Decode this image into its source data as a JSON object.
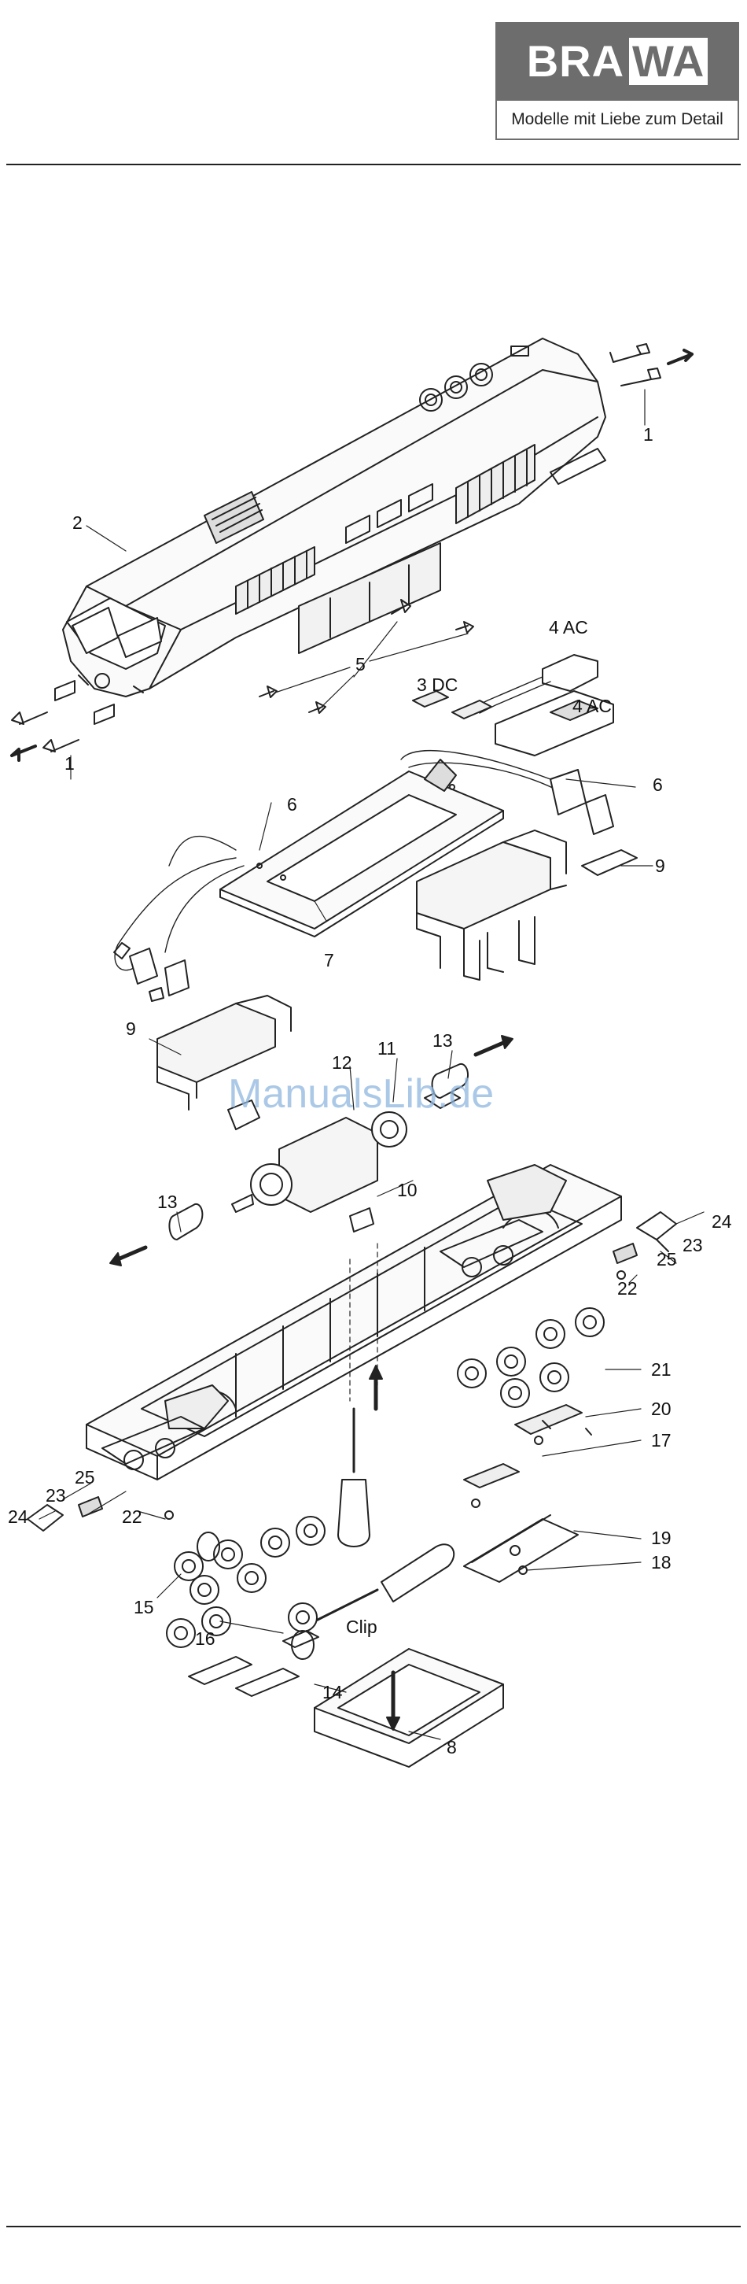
{
  "logo": {
    "brand_left": "BRA",
    "brand_right": "WA",
    "tagline": "Modelle mit Liebe zum Detail"
  },
  "watermark": "ManualsLib.de",
  "labels": {
    "l1a": "1",
    "l1b": "1",
    "l2": "2",
    "l3dc": "3  DC",
    "l4ac1": "4  AC",
    "l4ac2": "4  AC",
    "l5": "5",
    "l6a": "6",
    "l6b": "6",
    "l7": "7",
    "l8": "8",
    "l9a": "9",
    "l9b": "9",
    "l10": "10",
    "l11": "11",
    "l12": "12",
    "l13a": "13",
    "l13b": "13",
    "l14": "14",
    "l15": "15",
    "l16": "16",
    "l17": "17",
    "l18": "18",
    "l19": "19",
    "l20": "20",
    "l21": "21",
    "l22a": "22",
    "l22b": "22",
    "l23a": "23",
    "l23b": "23",
    "l24a": "24",
    "l24b": "24",
    "l25a": "25",
    "l25b": "25",
    "clip": "Clip"
  }
}
